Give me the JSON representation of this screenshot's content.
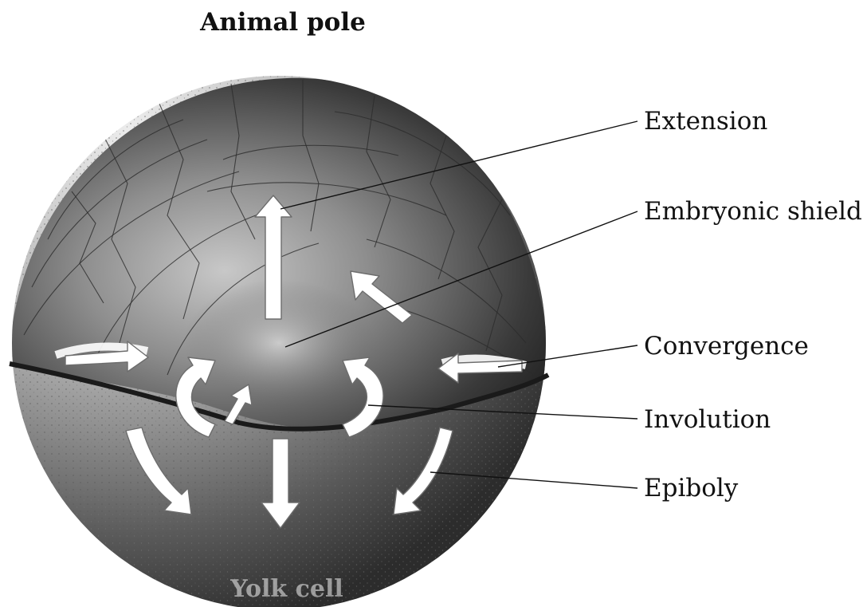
{
  "title": "Animal pole",
  "labels": [
    {
      "key": "extension",
      "text": "Extension"
    },
    {
      "key": "shield",
      "text": "Embryonic shield"
    },
    {
      "key": "convergence",
      "text": "Convergence"
    },
    {
      "key": "involution",
      "text": "Involution"
    },
    {
      "key": "epiboly",
      "text": "Epiboly"
    }
  ],
  "yolk_label": "Yolk cell",
  "colors": {
    "blastoderm_dark": "#1e1e1e",
    "blastoderm_light": "#bdbdbd",
    "yolk_light": "#e6e6e6",
    "yolk_dark": "#3a3a3a",
    "arrow": "#ffffff"
  }
}
